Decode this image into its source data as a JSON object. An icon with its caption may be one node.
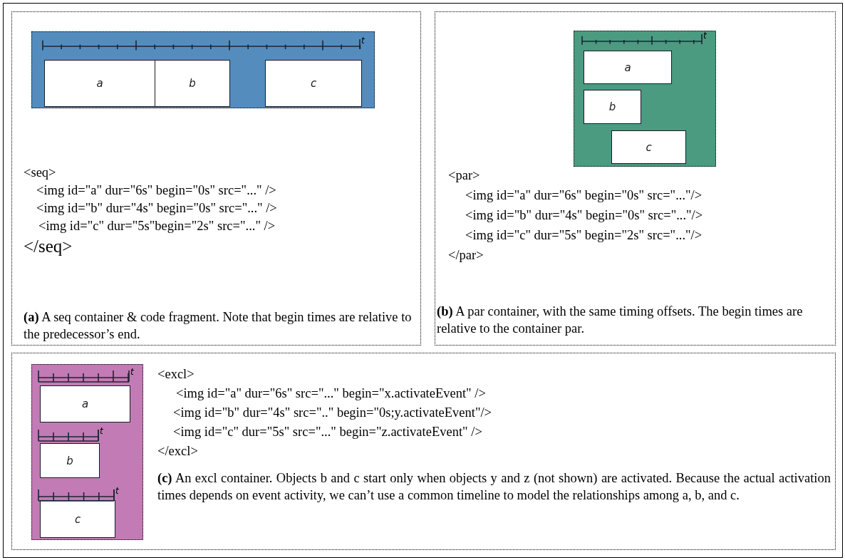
{
  "diagram": {
    "nodes": [
      {
        "text": [
          "<seq>",
          "<img id=\"a\" dur=\"6s\" begin=\"0s\" src=\"...\" />",
          "<img id=\"b\" dur=\"4s\" begin=\"0s\" src=\"...\" />",
          "<img id=\"c\" dur=\"5s\"begin=\"2s\" src=\"...\" />",
          "</seq>",
          "**(a)** A seq container & code fragment. Note that begin times are relative to the predecessor’s end."
        ]
      },
      {
        "text": [],
        "shape": "box",
        "in": 0
      },
      {
        "text": [
          "a"
        ],
        "in": 1
      },
      {
        "text": [
          "b"
        ],
        "in": 1
      },
      {
        "text": [
          "c"
        ],
        "in": 1
      },
      {
        "text": [
          "<par>",
          "<img id=\"a\" dur=\"6s\" begin=\"0s\" src=\"...\"/>",
          "<img id=\"b\" dur=\"4s\" begin=\"0s\" src=\"...\"/>",
          "<img id=\"c\" dur=\"5s\" begin=\"2s\" src=\"...\"/>",
          "</par>",
          "**(b)** A par container, with the same timing offsets. The begin times are relative to the container par."
        ]
      },
      {
        "text": [],
        "shape": "box",
        "in": 5
      },
      {
        "text": [
          "a"
        ],
        "in": 6
      },
      {
        "text": [
          "b"
        ],
        "in": 6
      },
      {
        "text": [
          "c"
        ],
        "in": 6
      },
      {
        "text": [
          "<excl>",
          "<img id=\"a\" dur=\"6s\" src=\"...\" begin=\"x.activateEvent\" />",
          "<img id=\"b\" dur=\"4s\" src=\"..\" begin=\"0s;y.activateEvent\"/>",
          "<img id=\"c\" dur=\"5s\" src=\"...\" begin=\"z.activateEvent\" />",
          "</excl>",
          "**(c)** An excl container. Objects b and c start only when objects y and z (not shown) are activated. Because the actual activation times depends on event activity, we can’t use a common timeline to model the relationships among a, b, and c."
        ]
      },
      {
        "text": [],
        "shape": "box",
        "in": 10
      },
      {
        "text": [
          "a"
        ],
        "in": 11
      },
      {
        "text": [
          "b"
        ],
        "in": 11
      },
      {
        "text": [
          "c"
        ],
        "in": 11
      }
    ],
    "labels": [
      "t",
      "t",
      "t",
      "t",
      "t"
    ]
  }
}
